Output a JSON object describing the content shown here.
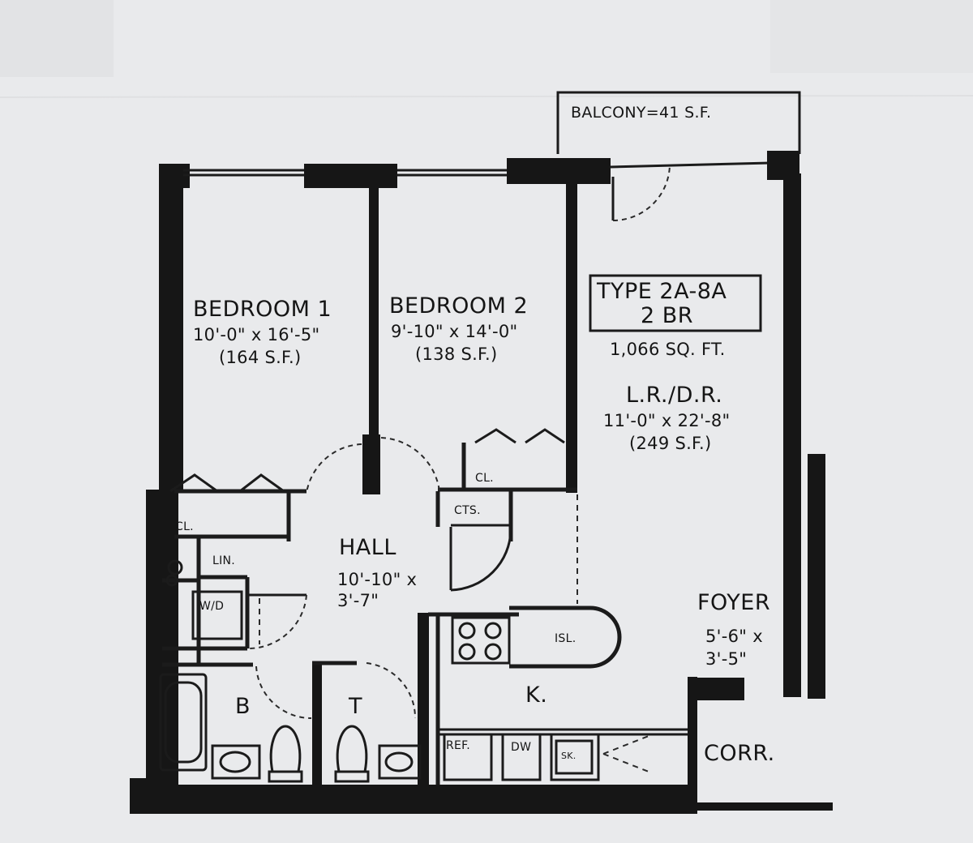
{
  "plan": {
    "balcony_label": "BALCONY=41 S.F.",
    "type_label": "TYPE 2A-8A",
    "br_label": "2 BR",
    "area_label": "1,066 SQ. FT.",
    "rooms": {
      "bedroom1": {
        "name": "BEDROOM 1",
        "size": "10'-0\" x 16'-5\"",
        "area": "(164 S.F.)"
      },
      "bedroom2": {
        "name": "BEDROOM 2",
        "size": "9'-10\" x 14'-0\"",
        "area": "(138 S.F.)"
      },
      "lrdr": {
        "name": "L.R./D.R.",
        "size": "11'-0\" x 22'-8\"",
        "area": "(249 S.F.)"
      },
      "hall": {
        "name": "HALL",
        "size_line1": "10'-10\" x",
        "size_line2": "3'-7\""
      },
      "foyer": {
        "name": "FOYER",
        "size_line1": "5'-6\" x",
        "size_line2": "3'-5\""
      },
      "corridor": {
        "name": "CORR."
      },
      "kitchen": {
        "name": "K."
      },
      "bath": {
        "name": "B"
      },
      "toilet": {
        "name": "T"
      }
    },
    "fixtures": {
      "closet1": "CL.",
      "closet2": "CL.",
      "linen": "LIN.",
      "washer_dryer": "W/D",
      "coats": "CTS.",
      "island": "ISL.",
      "refrigerator": "REF.",
      "dishwasher": "DW",
      "sink": "SK."
    }
  }
}
